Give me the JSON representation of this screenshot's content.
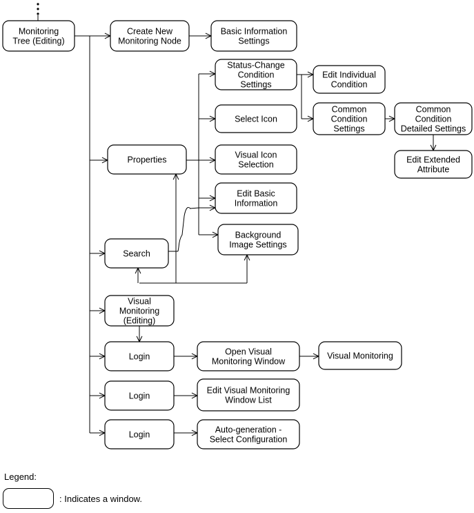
{
  "nodes": [
    {
      "id": "monitoring-tree-editing",
      "lines": [
        "Monitoring",
        "Tree (Editing)"
      ]
    },
    {
      "id": "create-new-monitoring-node",
      "lines": [
        "Create New",
        "Monitoring Node"
      ]
    },
    {
      "id": "basic-information-settings",
      "lines": [
        "Basic Information",
        "Settings"
      ]
    },
    {
      "id": "status-change-condition-settings",
      "lines": [
        "Status-Change",
        "Condition",
        "Settings"
      ]
    },
    {
      "id": "edit-individual-condition",
      "lines": [
        "Edit Individual",
        "Condition"
      ]
    },
    {
      "id": "common-condition-settings",
      "lines": [
        "Common",
        "Condition",
        "Settings"
      ]
    },
    {
      "id": "common-condition-detailed-settings",
      "lines": [
        "Common",
        "Condition",
        "Detailed Settings"
      ]
    },
    {
      "id": "edit-extended-attribute",
      "lines": [
        "Edit Extended",
        "Attribute"
      ]
    },
    {
      "id": "select-icon",
      "lines": [
        "Select Icon"
      ]
    },
    {
      "id": "properties",
      "lines": [
        "Properties"
      ]
    },
    {
      "id": "visual-icon-selection",
      "lines": [
        "Visual Icon",
        "Selection"
      ]
    },
    {
      "id": "edit-basic-information",
      "lines": [
        "Edit Basic",
        "Information"
      ]
    },
    {
      "id": "search",
      "lines": [
        "Search"
      ]
    },
    {
      "id": "background-image-settings",
      "lines": [
        "Background",
        "Image Settings"
      ]
    },
    {
      "id": "visual-monitoring-editing",
      "lines": [
        "Visual",
        "Monitoring",
        "(Editing)"
      ]
    },
    {
      "id": "login-1",
      "lines": [
        "Login"
      ]
    },
    {
      "id": "open-visual-monitoring-window",
      "lines": [
        "Open Visual",
        "Monitoring Window"
      ]
    },
    {
      "id": "visual-monitoring",
      "lines": [
        "Visual Monitoring"
      ]
    },
    {
      "id": "login-2",
      "lines": [
        "Login"
      ]
    },
    {
      "id": "edit-visual-monitoring-window-list",
      "lines": [
        "Edit Visual Monitoring",
        "Window List"
      ]
    },
    {
      "id": "login-3",
      "lines": [
        "Login"
      ]
    },
    {
      "id": "auto-generation-select-configuration",
      "lines": [
        "Auto-generation -",
        "Select Configuration"
      ]
    }
  ],
  "legend": {
    "title": "Legend:",
    "description": ": Indicates a window."
  }
}
